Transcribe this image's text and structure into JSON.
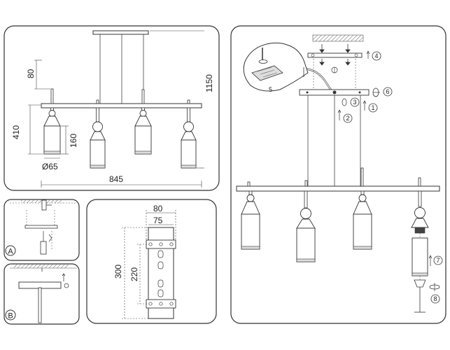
{
  "panel_main": {
    "dim_top_rod": "80",
    "dim_total_height": "1150",
    "dim_drop": "410",
    "dim_shade_height": "160",
    "dim_shade_diameter": "Ø65",
    "dim_width": "845"
  },
  "panel_mount": {
    "dim_outer_width": "80",
    "dim_inner_width": "75",
    "dim_plate_height": "300",
    "dim_hole_spacing": "220"
  },
  "panel_a": {
    "label": "A"
  },
  "panel_b": {
    "label": "B"
  },
  "panel_install": {
    "steps": [
      "1",
      "2",
      "3",
      "4",
      "5",
      "6",
      "7",
      "8"
    ]
  }
}
